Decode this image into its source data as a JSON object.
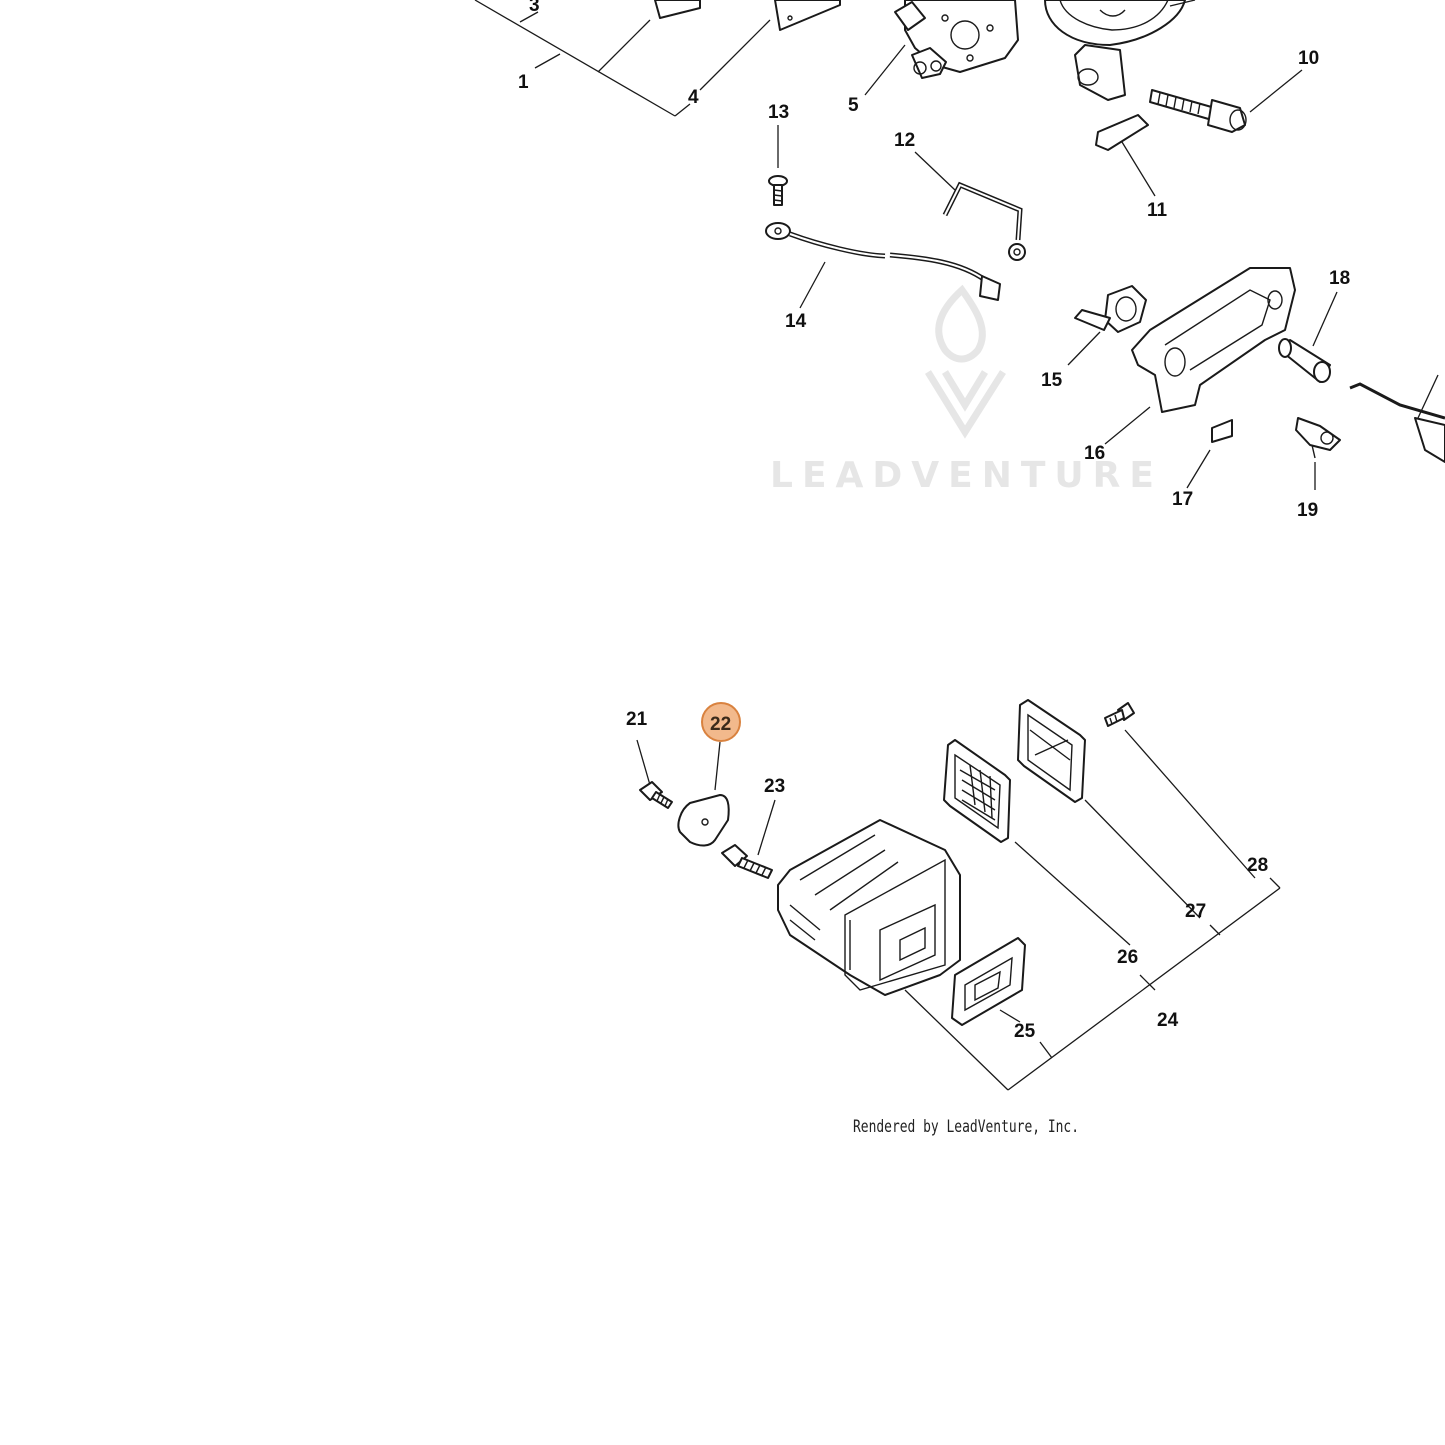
{
  "diagram": {
    "callouts": [
      "1",
      "3",
      "4",
      "5",
      "10",
      "11",
      "12",
      "13",
      "14",
      "15",
      "16",
      "17",
      "18",
      "19",
      "21",
      "22",
      "23",
      "24",
      "25",
      "26",
      "27",
      "28"
    ],
    "highlighted_callout": "22",
    "watermark": "LEADVENTURE",
    "credit": "Rendered by LeadVenture, Inc.",
    "highlight_color": "#f2b98c",
    "highlight_border": "#d9823f"
  }
}
